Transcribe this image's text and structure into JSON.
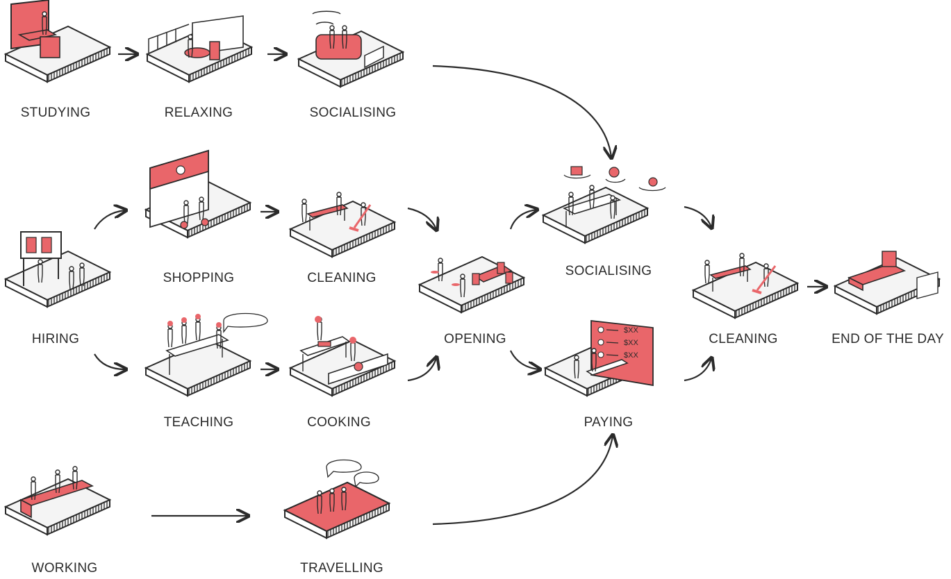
{
  "colors": {
    "accent": "#e9666a",
    "ink": "#2a2a2a",
    "base": "#f4f4f4"
  },
  "nodes": {
    "studying": {
      "label": "STUDYING"
    },
    "relaxing": {
      "label": "RELAXING"
    },
    "socialising_home": {
      "label": "SOCIALISING"
    },
    "hiring": {
      "label": "HIRING"
    },
    "shopping": {
      "label": "SHOPPING"
    },
    "cleaning_1": {
      "label": "CLEANING"
    },
    "teaching": {
      "label": "TEACHING"
    },
    "cooking": {
      "label": "COOKING"
    },
    "opening": {
      "label": "OPENING"
    },
    "socialising_cafe": {
      "label": "SOCIALISING"
    },
    "paying": {
      "label": "PAYING",
      "menu_prices": [
        "$XX",
        "$XX",
        "$XX"
      ]
    },
    "cleaning_2": {
      "label": "CLEANING"
    },
    "end_of_day": {
      "label": "END OF THE DAY"
    },
    "working": {
      "label": "WORKING"
    },
    "travelling": {
      "label": "TRAVELLING"
    }
  }
}
